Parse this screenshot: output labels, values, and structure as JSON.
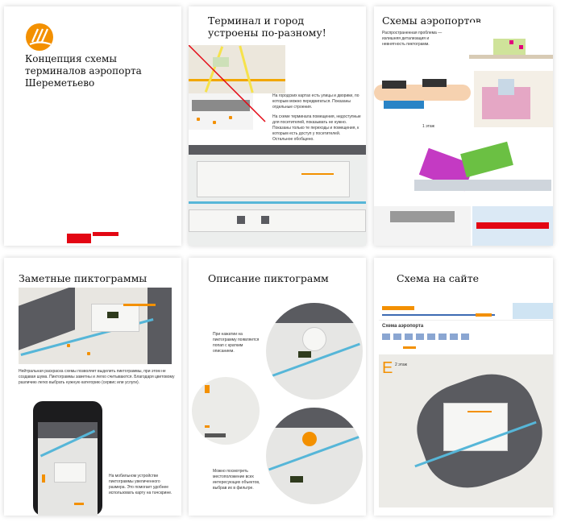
{
  "pages": [
    {
      "title": "Концепция схемы терминалов аэропорта Шереметьево",
      "logo": "sheremetyevo-logo",
      "badge": "studio-logo"
    },
    {
      "title": "Терминал и город устроены по-разному!",
      "text1": "На городских картах есть улицы и дворики, по которым можно передвигаться. Показаны отдельные строения.",
      "text2": "На схеме терминала помещения, недоступные для посетителей, показывать не нужно. Показаны только те переходы и помещения, к которым есть доступ у посетителей. Остальное обобщено."
    },
    {
      "title": "Схемы аэропортов",
      "text": "Распространенная проблема — излишняя детализация и невнятность пиктограмм.",
      "floor_label": "1 этаж"
    },
    {
      "title": "Заметные пиктограммы",
      "text1": "Нейтральная раскраска схемы позволяет выделить пиктограммы, при этом не создавая шума. Пиктограммы заметны и легко считываются. Благодаря цветовому различию легко выбрать нужную категорию (сервис или услуги).",
      "text2": "На мобильном устройстве пиктограммы увеличенного размера. Это помогает удобнее использовать карту на тачскрине."
    },
    {
      "title": "Описание пиктограмм",
      "text1": "При нажатии на пиктограмму появляется попап с кратким описанием.",
      "text2": "Можно посмотреть местоположение всех интересующих объектов, выбрав их в фильтре."
    },
    {
      "title": "Схема на сайте",
      "site_heading": "Схема аэропорта",
      "terminal_letter": "E",
      "floor_label": "2 этаж"
    }
  ],
  "colors": {
    "accent": "#f39000",
    "red": "#e30613",
    "map_dark": "#5a5b60",
    "map_blue": "#56b6d8"
  }
}
